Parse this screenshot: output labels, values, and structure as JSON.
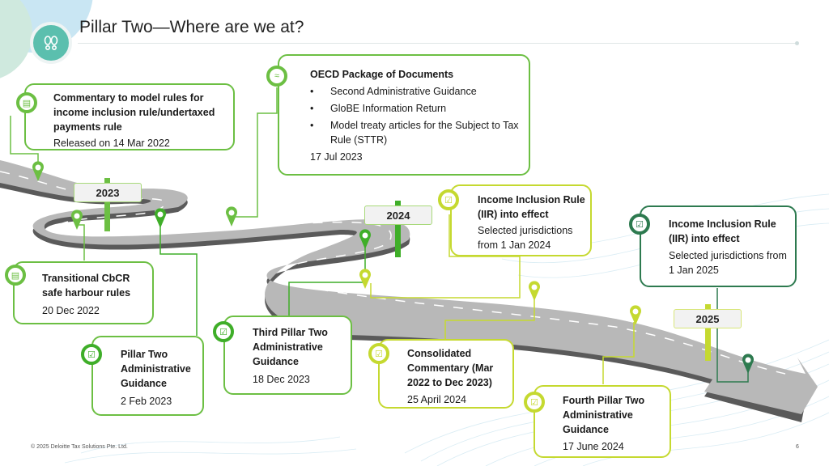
{
  "slide": {
    "title": "Pillar Two—Where are we at?",
    "logo_icon": "footprints-icon",
    "footer": "© 2025 Deloitte Tax Solutions Pte. Ltd.",
    "page_number": "6"
  },
  "colors": {
    "green": "#6cbf43",
    "bright_green": "#3fae29",
    "lime": "#c5d930",
    "dark_green": "#2d7a4f",
    "road": "#b5b5b5",
    "road_edge": "#5a5a5a",
    "teal": "#5bbfae"
  },
  "year_signs": [
    "2023",
    "2024",
    "2025"
  ],
  "milestones": [
    {
      "id": "commentary-2022",
      "icon": "documents-icon",
      "title": "Commentary to model rules for income inclusion rule/undertaxed payments rule",
      "date": "Released on 14 Mar 2022"
    },
    {
      "id": "oecd-package",
      "icon": "handshake-icon",
      "title": "OECD Package of Documents",
      "bullets": [
        "Second Administrative Guidance",
        "GloBE Information Return",
        "Model treaty articles for the Subject to Tax Rule (STTR)"
      ],
      "date": "17 Jul 2023"
    },
    {
      "id": "transitional-cbcr",
      "icon": "documents-icon",
      "title": "Transitional CbCR safe harbour rules",
      "date": "20 Dec 2022"
    },
    {
      "id": "admin-guidance-1",
      "icon": "checklist-icon",
      "title": "Pillar Two Administrative Guidance",
      "date": "2 Feb 2023"
    },
    {
      "id": "admin-guidance-3",
      "icon": "checklist-icon",
      "title": "Third Pillar Two Administrative Guidance",
      "date": "18 Dec 2023"
    },
    {
      "id": "iir-2024",
      "icon": "checklist-icon",
      "title": "Income Inclusion Rule (IIR) into effect",
      "sub": "Selected jurisdictions from 1 Jan 2024"
    },
    {
      "id": "consolidated-commentary",
      "icon": "checklist-icon",
      "title": "Consolidated Commentary (Mar 2022 to Dec 2023)",
      "date": "25 April 2024"
    },
    {
      "id": "iir-2025",
      "icon": "checklist-icon",
      "title": "Income Inclusion Rule (IIR) into effect",
      "sub": "Selected jurisdictions from 1 Jan 2025"
    },
    {
      "id": "admin-guidance-4",
      "icon": "checklist-icon",
      "title": "Fourth Pillar Two Administrative Guidance",
      "date": "17 June 2024"
    }
  ]
}
